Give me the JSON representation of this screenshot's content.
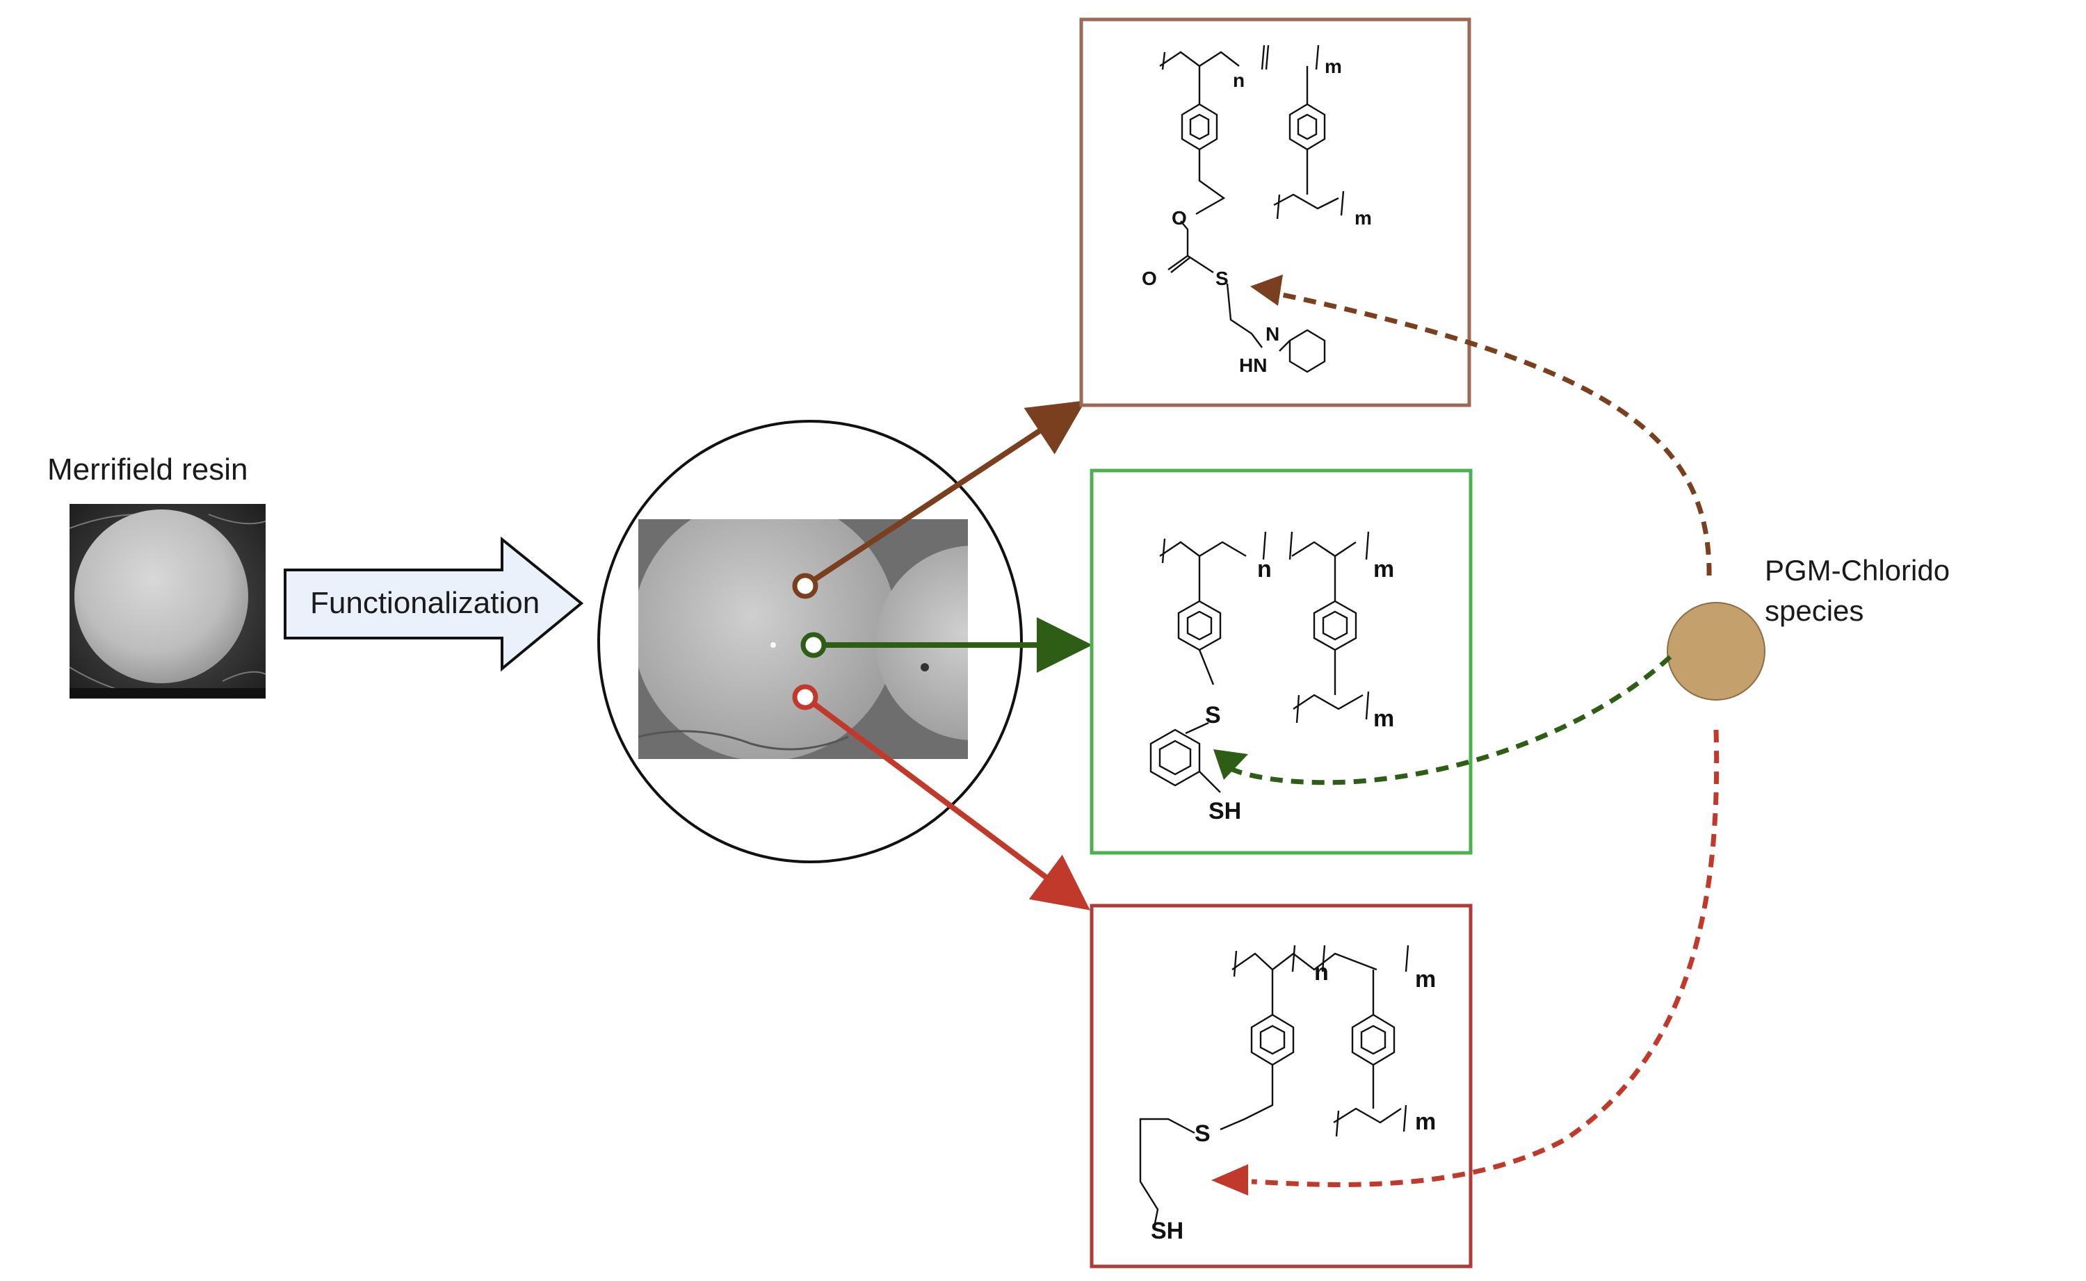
{
  "resin": {
    "title": "Merrifield resin"
  },
  "process": {
    "label": "Functionalization"
  },
  "pgm": {
    "label_line1": "PGM-Chlorido",
    "label_line2": "species"
  },
  "structures": {
    "top": {
      "n": "n",
      "m1": "m",
      "m2": "m",
      "o1": "O",
      "o2": "O",
      "s": "S",
      "n_ring": "N",
      "hn": "HN"
    },
    "middle": {
      "n": "n",
      "m1": "m",
      "m2": "m",
      "s": "S",
      "sh": "SH"
    },
    "bottom": {
      "n": "n",
      "m1": "m",
      "m2": "m",
      "s": "S",
      "sh": "SH"
    }
  },
  "colors": {
    "brown": "#7a3f1e",
    "green": "#2e5e16",
    "red": "#c0392b",
    "box_brown": "#9b6a55",
    "box_green": "#4caf50",
    "box_red": "#b03a35",
    "pgm_fill": "#c4a06c",
    "arrow_fill": "#eaf1fb"
  }
}
